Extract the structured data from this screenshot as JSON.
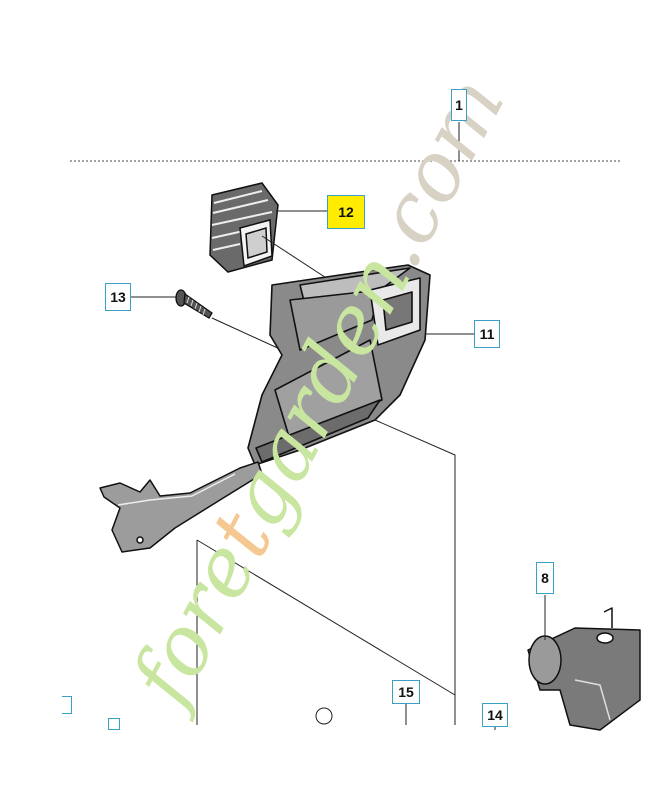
{
  "callouts": {
    "c1": "1",
    "c8": "8",
    "c11": "11",
    "c12": "12",
    "c13": "13",
    "c14": "14",
    "c15": "15"
  },
  "watermark": {
    "text": "foretgarden.com",
    "colors": {
      "fore": "#c9e6a0",
      "t": "#f4c890",
      "garden": "#c9e6a0",
      "com": "#d8d2c4"
    }
  },
  "colors": {
    "callout_border": "#3aa0c8",
    "highlight": "#ffec00",
    "line": "#1a1a1a"
  }
}
